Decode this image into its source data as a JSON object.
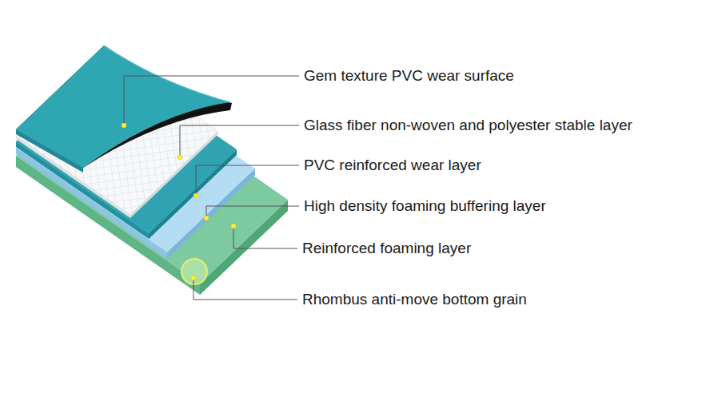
{
  "diagram": {
    "labels": [
      "Gem texture PVC wear surface",
      "Glass fiber non-woven and polyester stable layer",
      "PVC reinforced wear layer",
      "High density foaming buffering layer",
      "Reinforced foaming layer",
      "Rhombus anti-move bottom grain"
    ]
  }
}
